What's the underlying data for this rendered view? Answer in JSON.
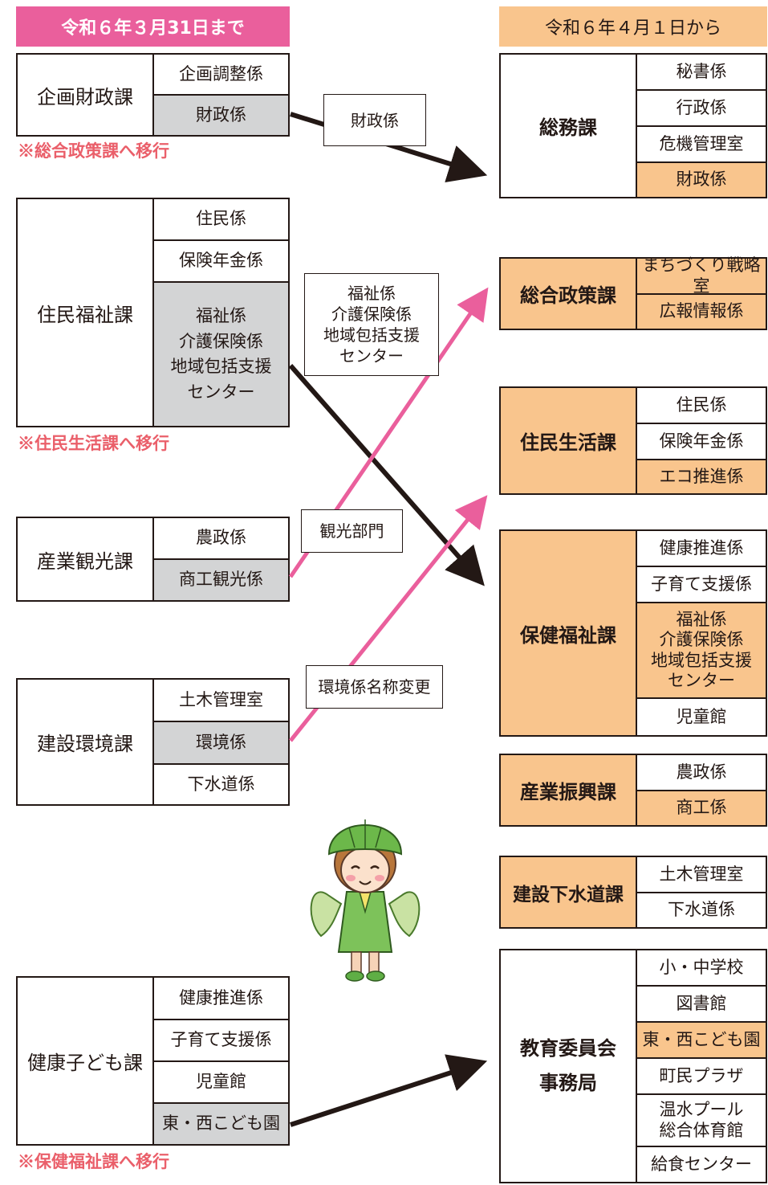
{
  "headers": {
    "before": "令和６年３月31日まで",
    "after": "令和６年４月１日から"
  },
  "old_departments": [
    {
      "name": "企画財政課",
      "sections": [
        "企画調整係",
        "財政係"
      ],
      "moved": [
        1
      ],
      "note": "※総合政策課へ移行"
    },
    {
      "name": "住民福祉課",
      "sections": [
        "住民係",
        "保険年金係",
        "福祉係\n介護保険係\n地域包括支援\nセンター"
      ],
      "moved": [
        2
      ],
      "note": "※住民生活課へ移行"
    },
    {
      "name": "産業観光課",
      "sections": [
        "農政係",
        "商工観光係"
      ],
      "moved": [
        1
      ],
      "note": ""
    },
    {
      "name": "建設環境課",
      "sections": [
        "土木管理室",
        "環境係",
        "下水道係"
      ],
      "moved": [
        1
      ],
      "note": ""
    },
    {
      "name": "健康子ども課",
      "sections": [
        "健康推進係",
        "子育て支援係",
        "児童館",
        "東・西こども園"
      ],
      "moved": [
        3
      ],
      "note": "※保健福祉課へ移行"
    }
  ],
  "new_departments": [
    {
      "name": "総務課",
      "sections": [
        "秘書係",
        "行政係",
        "危機管理室",
        "財政係"
      ],
      "highlight": [
        3
      ]
    },
    {
      "name": "総合政策課",
      "sections": [
        "まちづくり戦略室",
        "広報情報係"
      ],
      "highlight": [
        0,
        1
      ]
    },
    {
      "name": "住民生活課",
      "sections": [
        "住民係",
        "保険年金係",
        "エコ推進係"
      ],
      "highlight": [
        2
      ]
    },
    {
      "name": "保健福祉課",
      "sections": [
        "健康推進係",
        "子育て支援係",
        "福祉係\n介護保険係\n地域包括支援\nセンター",
        "児童館"
      ],
      "highlight": [
        2
      ]
    },
    {
      "name": "産業振興課",
      "sections": [
        "農政係",
        "商工係"
      ],
      "highlight": [
        1
      ]
    },
    {
      "name": "建設下水道課",
      "sections": [
        "土木管理室",
        "下水道係"
      ],
      "highlight": []
    },
    {
      "name": "教育委員会\n事務局",
      "sections": [
        "小・中学校",
        "図書館",
        "東・西こども園",
        "町民プラザ",
        "温水プール\n総合体育館",
        "給食センター"
      ],
      "highlight": [
        2
      ]
    }
  ],
  "transfer_labels": {
    "zaisei": "財政係",
    "fukushi": [
      "福祉係",
      "介護保険係",
      "地域包括支援",
      "センター"
    ],
    "kanko": "観光部門",
    "kankyo": "環境係名称変更"
  },
  "colors": {
    "pink": "#ea5f9c",
    "orange": "#f9c58d",
    "gray": "#d3d4d5",
    "black": "#231815",
    "note_red": "#ea5f6a"
  },
  "icons": {
    "mascot": "leaf-fairy-mascot-icon"
  }
}
